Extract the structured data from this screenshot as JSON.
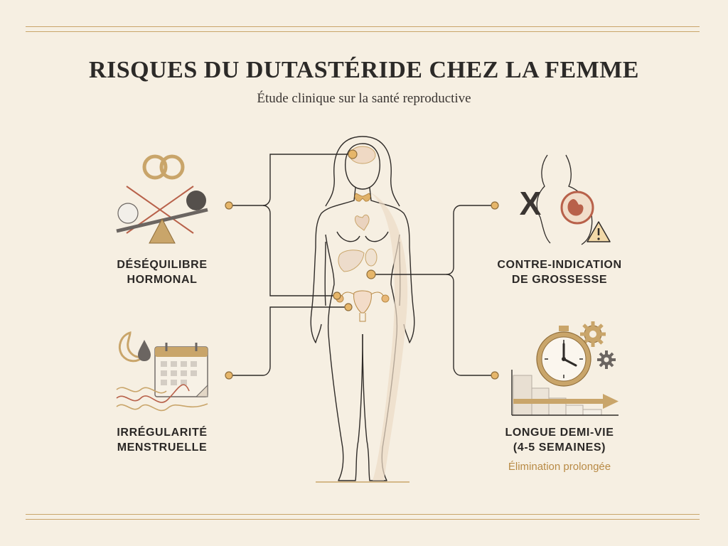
{
  "header": {
    "title": "RISQUES DU DUTASTÉRIDE CHEZ LA FEMME",
    "subtitle": "Étude clinique sur la santé reproductive"
  },
  "risks": {
    "hormonal": {
      "line1": "DÉSÉQUILIBRE",
      "line2": "HORMONAL"
    },
    "menstrual": {
      "line1": "IRRÉGULARITÉ",
      "line2": "MENSTRUELLE"
    },
    "pregnancy": {
      "line1": "CONTRE-INDICATION",
      "line2": "DE GROSSESSE",
      "mark": "X"
    },
    "halflife": {
      "line1": "LONGUE DEMI-VIE",
      "line2": "(4-5 SEMAINES)",
      "note": "Élimination prolongée"
    }
  },
  "colors": {
    "background": "#f6efe2",
    "gold": "#c9a56a",
    "line": "#2f2b28",
    "terracotta": "#b8614a"
  },
  "icons": [
    "rings-icon",
    "balance-scale-icon",
    "moon-icon",
    "drop-icon",
    "calendar-icon",
    "wave-icon",
    "fetus-icon",
    "warning-icon",
    "stopwatch-icon",
    "gear-icon",
    "arrow-right-icon"
  ]
}
